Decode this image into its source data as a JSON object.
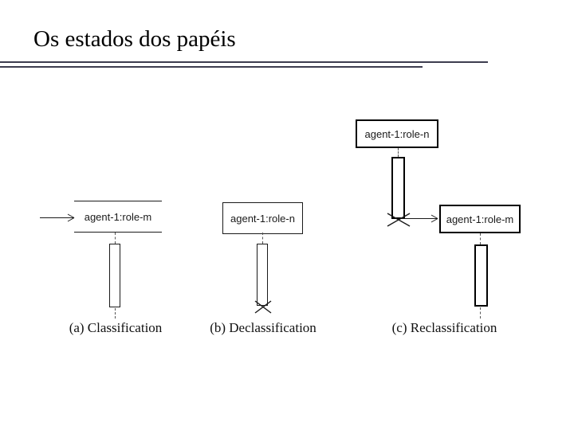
{
  "slide": {
    "title": "Os estados dos papéis"
  },
  "colors": {
    "title_underline": "#3d3d4f",
    "diagram_stroke": "#1a1a1a",
    "background": "#ffffff"
  },
  "diagrams": {
    "a": {
      "caption": "(a) Classification",
      "object_label": "agent-1:role-m"
    },
    "b": {
      "caption": "(b) Declassification",
      "object_label": "agent-1:role-n"
    },
    "c": {
      "caption": "(c) Reclassification",
      "source_object_label": "agent-1:role-n",
      "target_object_label": "agent-1:role-m"
    }
  }
}
